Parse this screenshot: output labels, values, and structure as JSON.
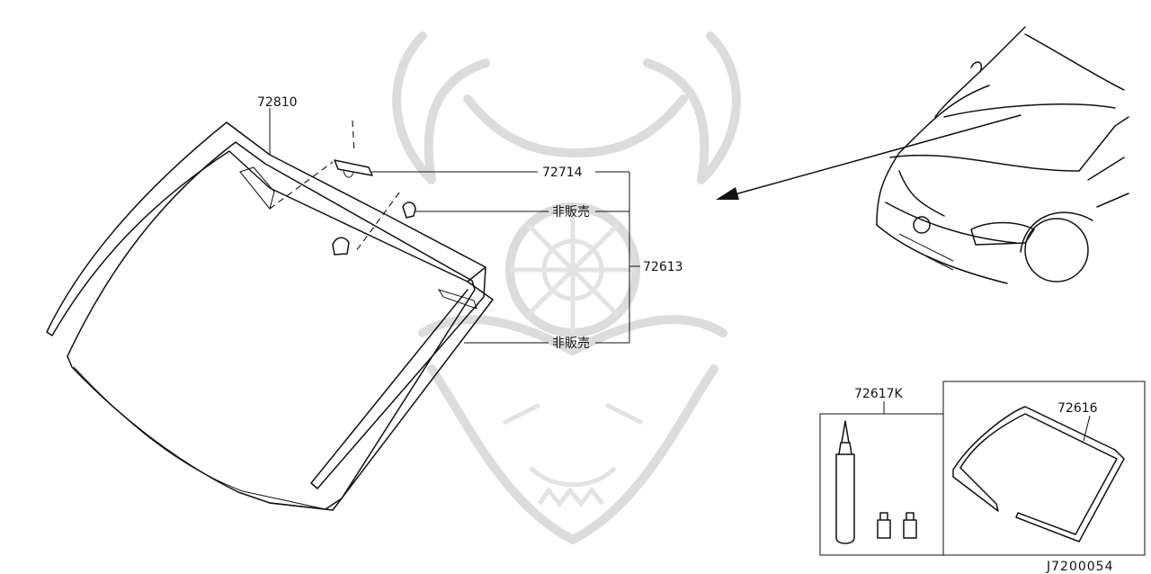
{
  "diagram": {
    "labels": {
      "windshield": "72810",
      "mirror_base": "72714",
      "clip_upper": "非販売",
      "clip_lower": "非販売",
      "molding": "72613",
      "sealant_kit": "72617K",
      "dam_rubber": "72616",
      "diagram_id": "J7200054"
    },
    "icons": {
      "watermark": "samurai-helmet-logo-watermark",
      "car": "car-front-view-icon",
      "sealant": "adhesive-tube-icon",
      "primer": "primer-bottle-icon",
      "dam": "windshield-dam-icon"
    },
    "colors": {
      "line": "#111111",
      "watermark": "#dcdcdc"
    }
  }
}
